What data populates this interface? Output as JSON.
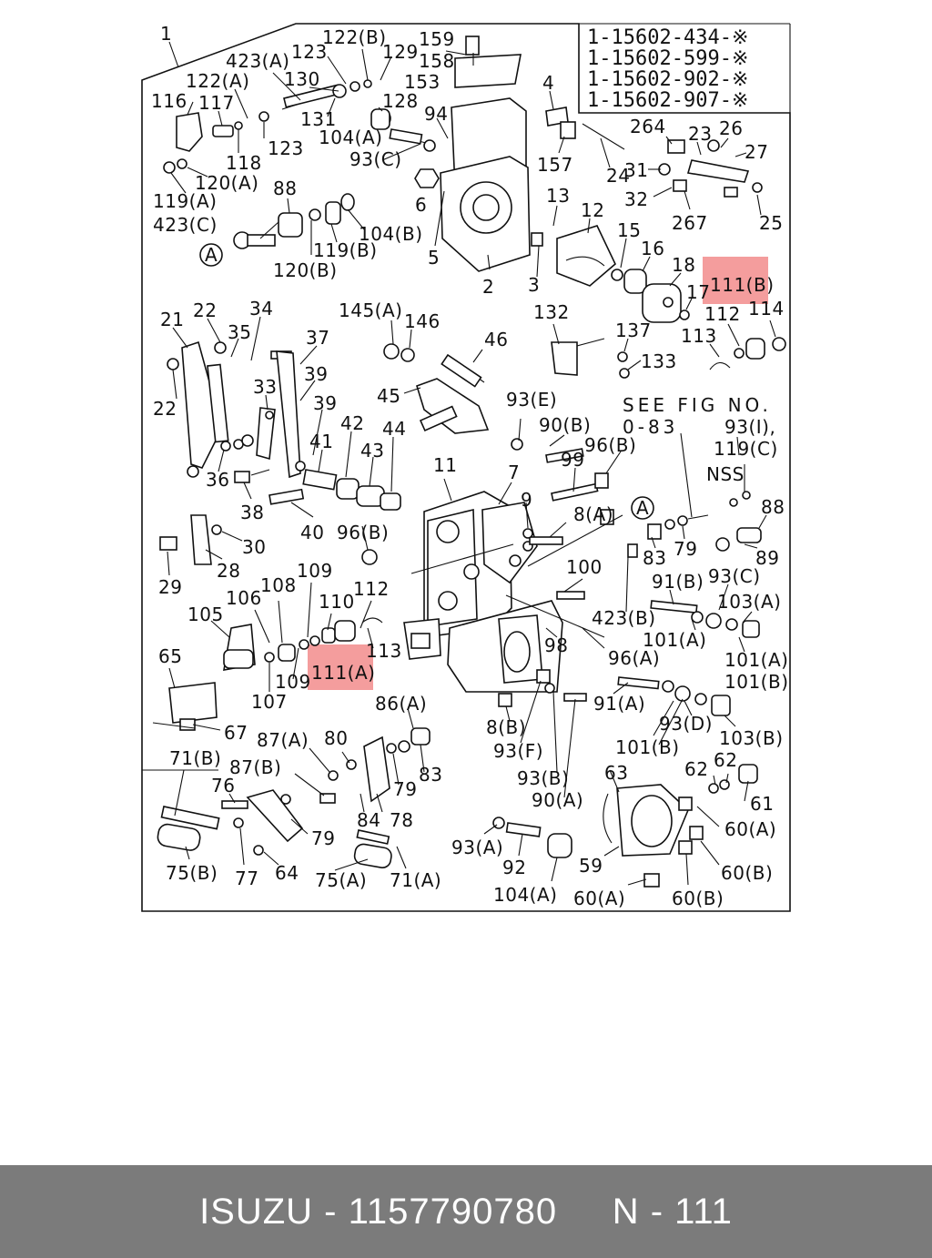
{
  "diagram": {
    "applicability_codes": [
      "1-15602-434-※",
      "1-15602-599-※",
      "1-15602-902-※",
      "1-15602-907-※"
    ],
    "see_fig": {
      "line1": "SEE FIG NO.",
      "line2": "0-83"
    },
    "nss": "NSS",
    "highlighted_parts": [
      "111(B)",
      "111(A)"
    ],
    "callouts": [
      "1",
      "423(A)",
      "123",
      "122(B)",
      "129",
      "159",
      "158",
      "153",
      "122(A)",
      "130",
      "128",
      "131",
      "116",
      "117",
      "123",
      "104(A)",
      "94",
      "93(C)",
      "118",
      "120(A)",
      "119(A)",
      "6",
      "423(C)",
      "88",
      "120(B)",
      "119(B)",
      "104(B)",
      "5",
      "2",
      "4",
      "157",
      "24",
      "264",
      "23",
      "26",
      "27",
      "31",
      "32",
      "267",
      "25",
      "13",
      "12",
      "3",
      "15",
      "16",
      "18",
      "17",
      "112",
      "114",
      "113",
      "132",
      "137",
      "133",
      "145(A)",
      "146",
      "46",
      "45",
      "21",
      "22",
      "35",
      "34",
      "37",
      "39",
      "33",
      "22",
      "39",
      "42",
      "44",
      "41",
      "43",
      "36",
      "38",
      "40",
      "96(B)",
      "29",
      "28",
      "30",
      "93(E)",
      "90(B)",
      "96(B)",
      "99",
      "93(I),",
      "119(C)",
      "11",
      "7",
      "9",
      "8(A)",
      "88",
      "89",
      "83",
      "79",
      "100",
      "91(B)",
      "93(C)",
      "103(A)",
      "423(B)",
      "101(A)",
      "101(A)",
      "109",
      "112",
      "108",
      "106",
      "105",
      "110",
      "113",
      "109",
      "107",
      "98",
      "96(A)",
      "65",
      "86(A)",
      "91(A)",
      "101(B)",
      "93(D)",
      "103(B)",
      "67",
      "87(A)",
      "80",
      "8(B)",
      "93(F)",
      "101(B)",
      "71(B)",
      "87(B)",
      "83",
      "79",
      "93(B)",
      "62",
      "62",
      "76",
      "84",
      "78",
      "90(A)",
      "63",
      "61",
      "79",
      "60(A)",
      "75(B)",
      "77",
      "64",
      "75(A)",
      "71(A)",
      "93(A)",
      "92",
      "59",
      "60(B)",
      "104(A)",
      "60(A)",
      "60(B)"
    ]
  },
  "footer": {
    "brand": "ISUZU",
    "part_number": "1157790780",
    "ref": "N - 111"
  },
  "colors": {
    "highlight": "#f07c7c",
    "footer_bg": "#7b7b7b",
    "footer_text": "#ffffff"
  }
}
